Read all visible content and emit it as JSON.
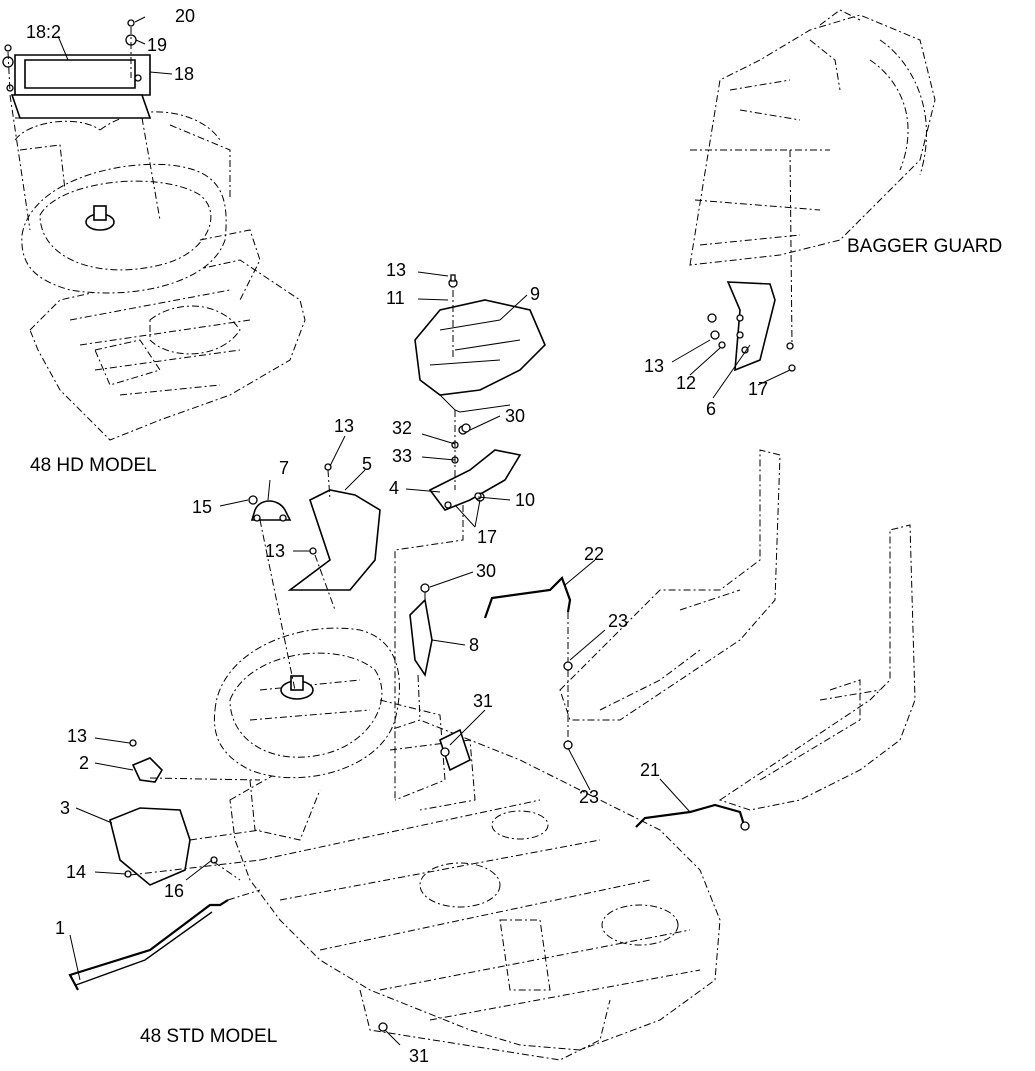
{
  "captions": {
    "hd_model": "48 HD MODEL",
    "std_model": "48 STD MODEL",
    "bagger_guard": "BAGGER GUARD"
  },
  "callouts": [
    {
      "id": "c-20",
      "text": "20"
    },
    {
      "id": "c-18-2",
      "text": "18:2"
    },
    {
      "id": "c-19",
      "text": "19"
    },
    {
      "id": "c-18",
      "text": "18"
    },
    {
      "id": "c-13-top",
      "text": "13"
    },
    {
      "id": "c-11",
      "text": "11"
    },
    {
      "id": "c-9",
      "text": "9"
    },
    {
      "id": "c-13-bagger",
      "text": "13"
    },
    {
      "id": "c-12",
      "text": "12"
    },
    {
      "id": "c-6",
      "text": "6"
    },
    {
      "id": "c-17-bagger",
      "text": "17"
    },
    {
      "id": "c-32",
      "text": "32"
    },
    {
      "id": "c-30-top",
      "text": "30"
    },
    {
      "id": "c-33",
      "text": "33"
    },
    {
      "id": "c-13-mid",
      "text": "13"
    },
    {
      "id": "c-7",
      "text": "7"
    },
    {
      "id": "c-5",
      "text": "5"
    },
    {
      "id": "c-4",
      "text": "4"
    },
    {
      "id": "c-10",
      "text": "10"
    },
    {
      "id": "c-15",
      "text": "15"
    },
    {
      "id": "c-17-mid",
      "text": "17"
    },
    {
      "id": "c-13-left",
      "text": "13"
    },
    {
      "id": "c-22",
      "text": "22"
    },
    {
      "id": "c-30-mid",
      "text": "30"
    },
    {
      "id": "c-23-top",
      "text": "23"
    },
    {
      "id": "c-8",
      "text": "8"
    },
    {
      "id": "c-31-mid",
      "text": "31"
    },
    {
      "id": "c-13-low",
      "text": "13"
    },
    {
      "id": "c-2",
      "text": "2"
    },
    {
      "id": "c-23-bottom",
      "text": "23"
    },
    {
      "id": "c-21",
      "text": "21"
    },
    {
      "id": "c-3",
      "text": "3"
    },
    {
      "id": "c-14",
      "text": "14"
    },
    {
      "id": "c-16",
      "text": "16"
    },
    {
      "id": "c-1",
      "text": "1"
    },
    {
      "id": "c-31-bottom",
      "text": "31"
    }
  ]
}
